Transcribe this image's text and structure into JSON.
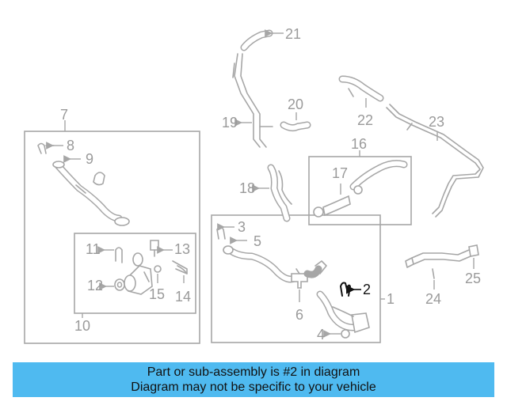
{
  "callouts": {
    "c1": "1",
    "c2": "2",
    "c3": "3",
    "c4": "4",
    "c5": "5",
    "c6": "6",
    "c7": "7",
    "c8": "8",
    "c9": "9",
    "c10": "10",
    "c11": "11",
    "c12": "12",
    "c13": "13",
    "c14": "14",
    "c15": "15",
    "c16": "16",
    "c17": "17",
    "c18": "18",
    "c19": "19",
    "c20": "20",
    "c21": "21",
    "c22": "22",
    "c23": "23",
    "c24": "24",
    "c25": "25"
  },
  "highlighted_part": "2",
  "colors": {
    "line": "#a6a6a6",
    "highlight": "#111111",
    "banner": "#4fbaf0"
  },
  "banner": {
    "line1": "Part or sub-assembly is #2 in diagram",
    "line2": "Diagram may not be specific to your vehicle"
  }
}
